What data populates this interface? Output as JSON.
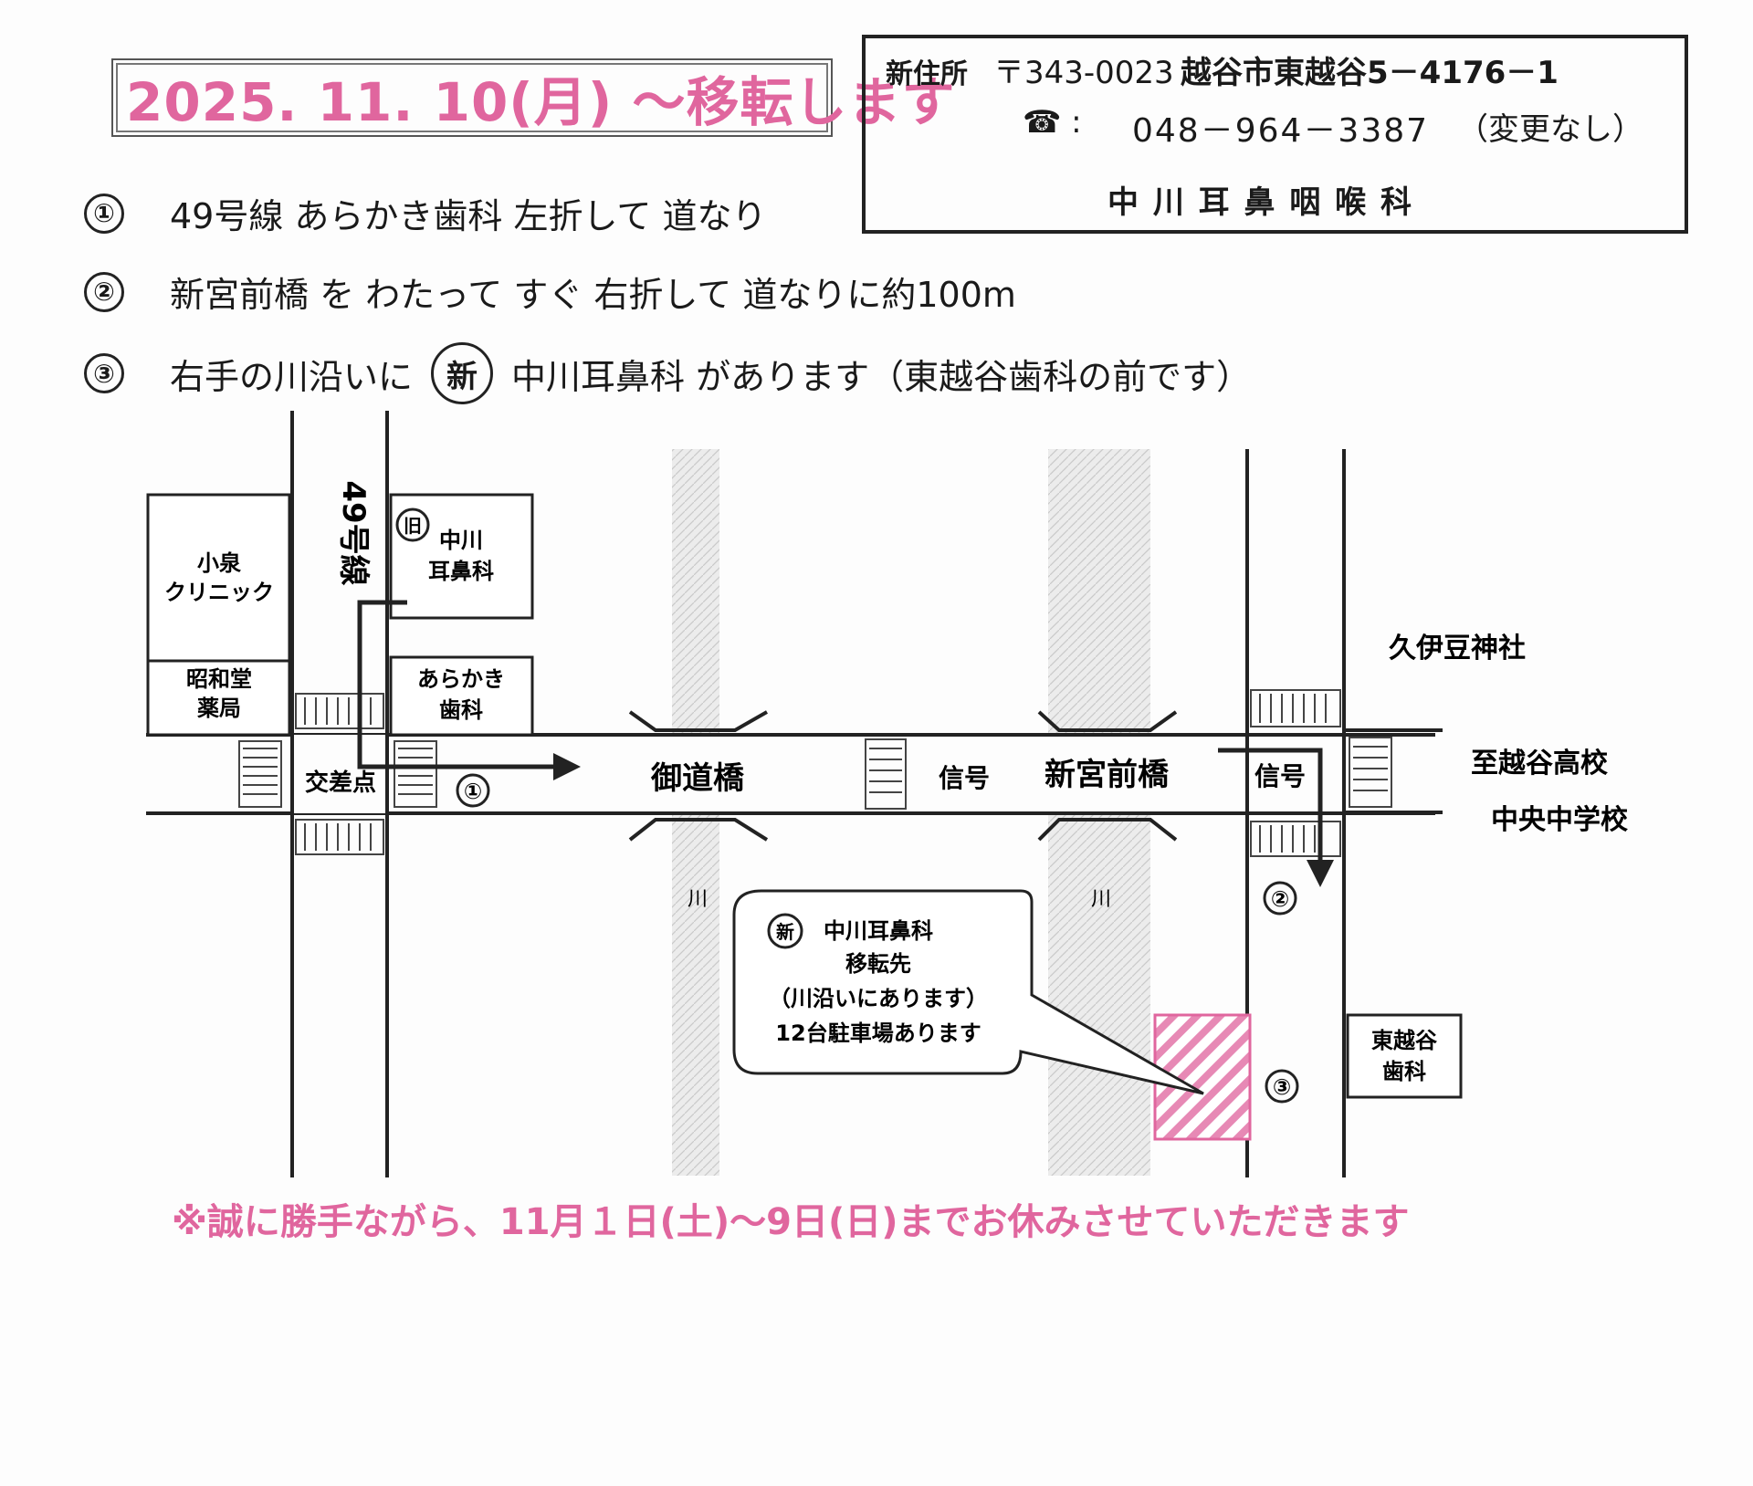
{
  "header": {
    "date_banner": "2025. 11. 10(月) ～移転します"
  },
  "address": {
    "label": "新住所",
    "postal": "〒343-0023",
    "street": "越谷市東越谷5－4176－1",
    "phone": "048－964－3387",
    "phone_note": "（変更なし）",
    "clinic_name": "中 川 耳 鼻 咽 喉 科"
  },
  "directions": [
    {
      "num": "①",
      "text": "49号線 あらかき歯科 左折して 道なり"
    },
    {
      "num": "②",
      "text": "新宮前橋 を わたって すぐ 右折して 道なりに約100m"
    },
    {
      "num": "③",
      "text_before": "右手の川沿いに",
      "badge": "新",
      "text_after": "中川耳鼻科 があります（東越谷歯科の前です）"
    }
  ],
  "map": {
    "road_49": "49号線",
    "koizumi": "小泉\nクリニック",
    "showado": "昭和堂\n薬局",
    "old_badge": "旧",
    "old_clinic": "中川\n耳鼻科",
    "arakaki": "あらかき\n歯科",
    "intersection": "交差点",
    "step1": "①",
    "bridge1": "御道橋",
    "signal": "信号",
    "bridge2": "新宮前橋",
    "river": "川",
    "kuizu": "久伊豆神社",
    "koshigaya_high": "至越谷高校",
    "chuo_jhs": "中央中学校",
    "step2": "②",
    "step3": "③",
    "higashi_dental": "東越谷\n歯科",
    "callout_badge": "新",
    "callout_lines": [
      "中川耳鼻科",
      "移転先",
      "（川沿いにあります）",
      "12台駐車場あります"
    ],
    "colors": {
      "accent": "#e0669e",
      "road": "#222222",
      "river": "#d8d8d8"
    }
  },
  "notice": "※誠に勝手ながら、11月１日(土)～9日(日)までお休みさせていただきます"
}
